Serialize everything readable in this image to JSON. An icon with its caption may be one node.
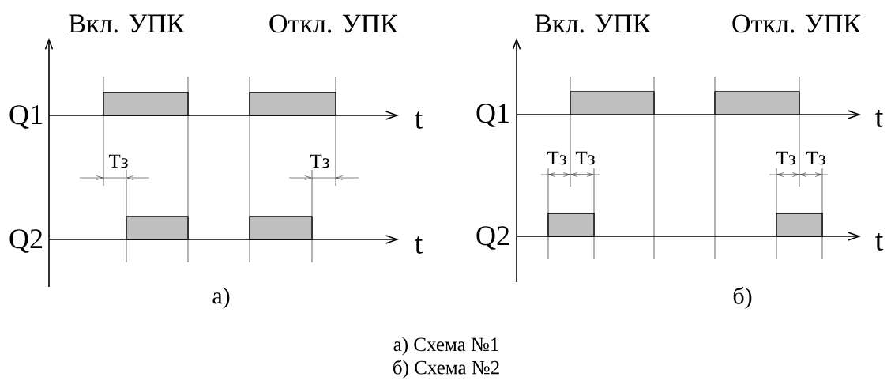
{
  "diagram": {
    "nodes": [
      {
        "text": [],
        "shape": "bar"
      },
      {
        "text": [],
        "shape": "bar"
      },
      {
        "text": [],
        "shape": "bar"
      },
      {
        "text": [],
        "shape": "bar"
      },
      {
        "text": [],
        "shape": "bar"
      },
      {
        "text": [],
        "shape": "bar"
      },
      {
        "text": [],
        "shape": "bar"
      },
      {
        "text": [],
        "shape": "bar"
      }
    ],
    "labels": [
      "Вкл. УПК",
      "Откл. УПК",
      "Вкл. УПК",
      "Откл. УПК",
      "Q1",
      "t",
      "Q1",
      "t",
      "Тз",
      "Тз",
      "Тз",
      "Тз",
      "Тз",
      "Тз",
      "Q2",
      "t",
      "Q2",
      "t",
      "а)",
      "б)",
      "а) Схема №1",
      "б) Схема №2"
    ]
  }
}
